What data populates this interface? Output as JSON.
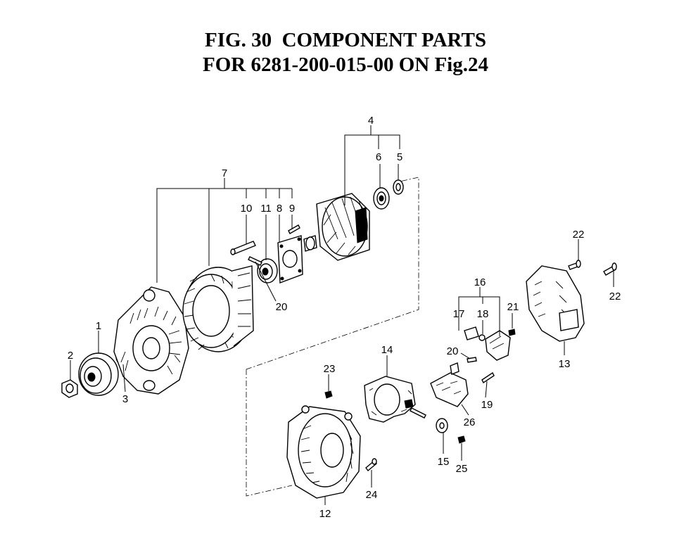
{
  "title": {
    "line1": "FIG. 30  COMPONENT PARTS",
    "line2": "FOR 6281-200-015-00 ON Fig.24"
  },
  "callouts": {
    "c1": "1",
    "c2": "2",
    "c3": "3",
    "c4": "4",
    "c5": "5",
    "c6": "6",
    "c7": "7",
    "c8": "8",
    "c9": "9",
    "c10": "10",
    "c11": "11",
    "c12": "12",
    "c13": "13",
    "c14": "14",
    "c15": "15",
    "c16": "16",
    "c17": "17",
    "c18": "18",
    "c19": "19",
    "c20a": "20",
    "c20b": "20",
    "c21": "21",
    "c22a": "22",
    "c22b": "22",
    "c23": "23",
    "c24": "24",
    "c25": "25",
    "c26": "26"
  }
}
